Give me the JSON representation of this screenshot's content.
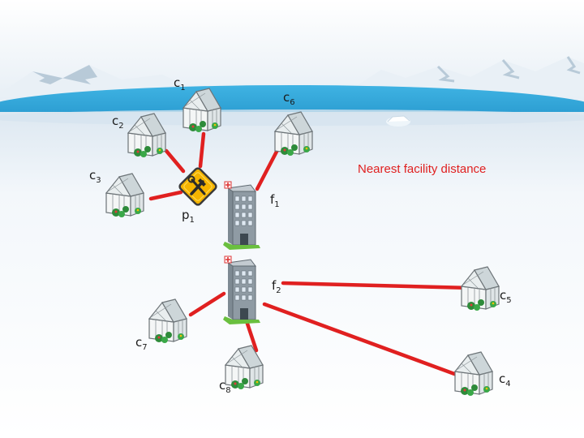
{
  "legend": "Nearest facility distance",
  "colors": {
    "edge": "#e02020",
    "legend_text": "#e02020",
    "sea": "#2fa3d6",
    "ice": "#f4f7fb"
  },
  "icons": {
    "customer": "greenhouse-icon",
    "facility": "hospital-building-icon",
    "potential_site": "tools-sign-icon"
  },
  "nodes": {
    "c1": {
      "base": "c",
      "sub": "1"
    },
    "c2": {
      "base": "c",
      "sub": "2"
    },
    "c3": {
      "base": "c",
      "sub": "3"
    },
    "c4": {
      "base": "c",
      "sub": "4"
    },
    "c5": {
      "base": "c",
      "sub": "5"
    },
    "c6": {
      "base": "c",
      "sub": "6"
    },
    "c7": {
      "base": "c",
      "sub": "7"
    },
    "c8": {
      "base": "c",
      "sub": "8"
    },
    "f1": {
      "base": "f",
      "sub": "1"
    },
    "f2": {
      "base": "f",
      "sub": "2"
    },
    "p1": {
      "base": "p",
      "sub": "1"
    }
  },
  "edges": [
    [
      "c1",
      "p1"
    ],
    [
      "c2",
      "p1"
    ],
    [
      "c3",
      "p1"
    ],
    [
      "c6",
      "f1"
    ],
    [
      "c5",
      "f2"
    ],
    [
      "c4",
      "f2"
    ],
    [
      "c7",
      "f2"
    ],
    [
      "c8",
      "f2"
    ]
  ]
}
